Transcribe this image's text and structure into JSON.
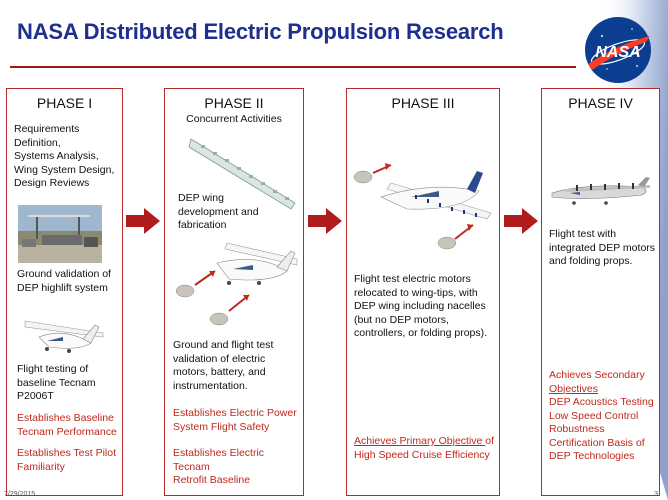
{
  "title": "NASA Distributed Electric Propulsion Research",
  "logo_text": "NASA",
  "colors": {
    "title": "#1f2f8f",
    "accent_red": "#c0281c",
    "border": "#b22a2a",
    "arrow": "#b01c1c"
  },
  "phase1": {
    "title": "PHASE I",
    "text1_lines": [
      "Requirements",
      "Definition,",
      "Systems Analysis,",
      "Wing System Design,",
      "Design Reviews"
    ],
    "caption_photo_lines": [
      "Ground validation of",
      "DEP highlift system"
    ],
    "caption_plane_lines": [
      "Flight testing of",
      "baseline Tecnam",
      "P2006T"
    ],
    "red1_lines": [
      "Establishes Baseline",
      "Tecnam Performance"
    ],
    "red2_lines": [
      "Establishes Test Pilot",
      "Familiarity"
    ]
  },
  "phase2": {
    "title": "PHASE II",
    "subtitle": "Concurrent Activities",
    "caption_wing_lines": [
      "DEP wing",
      "development and",
      "fabrication"
    ],
    "caption_test_lines": [
      "Ground and flight test",
      "validation of electric",
      "motors, battery, and",
      "instrumentation."
    ],
    "red1_lines": [
      "Establishes Electric Power",
      "System Flight Safety"
    ],
    "red2_lines": [
      "Establishes Electric Tecnam",
      "Retrofit Baseline"
    ]
  },
  "phase3": {
    "title": "PHASE III",
    "caption_lines": [
      "Flight test electric motors",
      "relocated to wing-tips, with",
      "DEP wing including nacelles",
      "(but no DEP motors,",
      "controllers, or folding props)."
    ],
    "red_underlined": "Achieves Primary Objective ",
    "red_rest": "of",
    "red_line2": "High Speed Cruise Efficiency"
  },
  "phase4": {
    "title": "PHASE IV",
    "caption_lines": [
      "Flight test with",
      "integrated DEP motors",
      "and folding props."
    ],
    "red_line1": "Achieves Secondary",
    "red_line2_underlined": "Objectives",
    "red_lines_rest": [
      "DEP Acoustics Testing",
      "Low Speed Control",
      "Robustness",
      "Certification Basis of",
      "DEP Technologies"
    ]
  },
  "footer": {
    "date": "7/29/2015",
    "page": "3"
  }
}
